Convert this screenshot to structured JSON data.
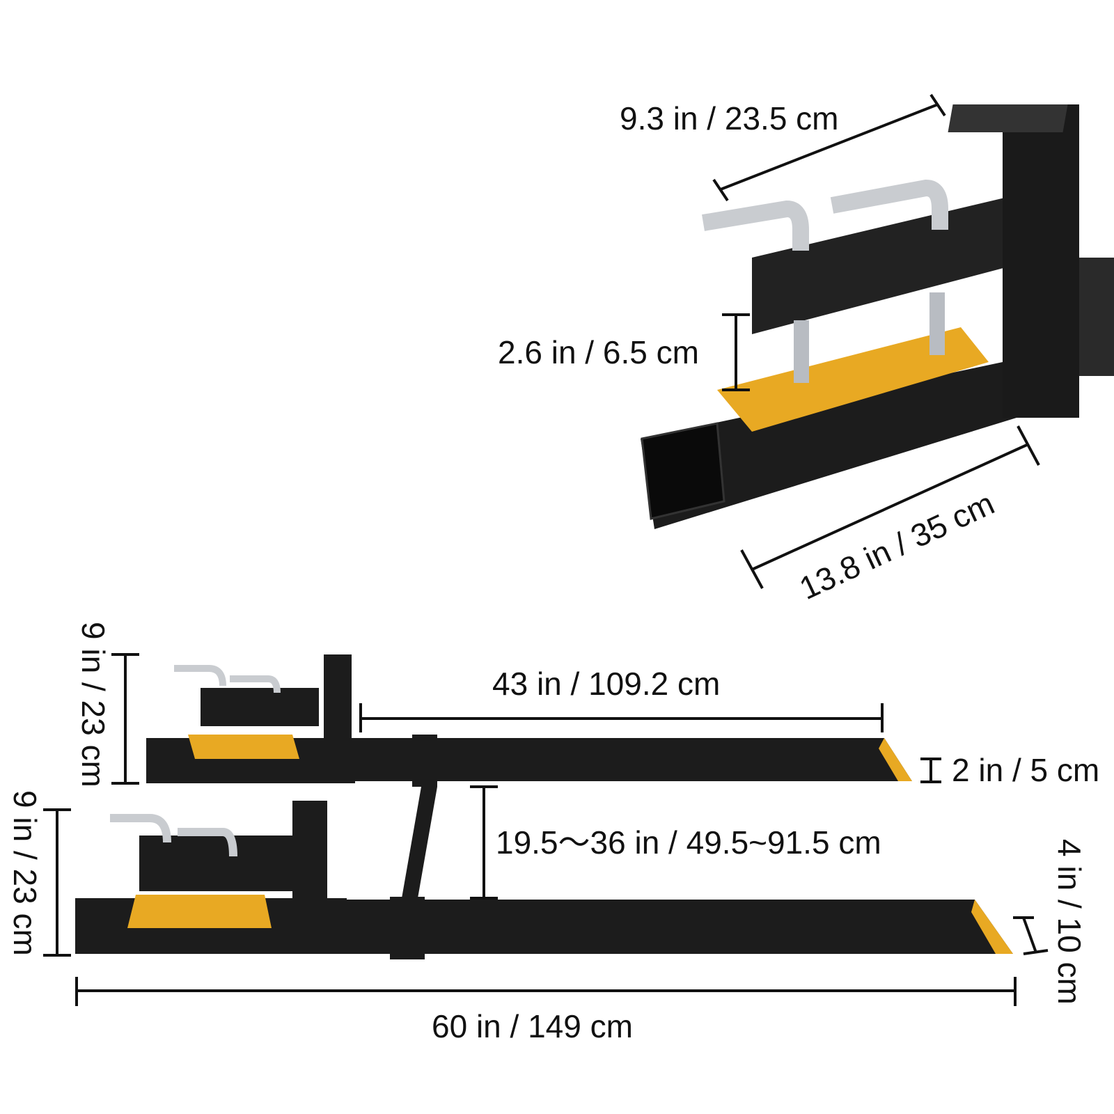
{
  "colors": {
    "steel": "#1c1c1c",
    "plate": "#e8a923",
    "pin": "#c9ccd0",
    "dimension_line": "#111111"
  },
  "closeup": {
    "pin_spacing": "9.3 in / 23.5 cm",
    "clamp_gap": "2.6 in / 6.5 cm",
    "clamp_length": "13.8 in / 35 cm"
  },
  "forks": {
    "clamp_height_top": "9 in / 23 cm",
    "clamp_height_bottom": "9 in / 23 cm",
    "blade_length": "43 in / 109.2 cm",
    "blade_thickness": "2 in / 5 cm",
    "spread": "19.5～36 in / 49.5~91.5 cm",
    "blade_width": "4 in / 10 cm",
    "overall_length": "60 in / 149 cm"
  }
}
